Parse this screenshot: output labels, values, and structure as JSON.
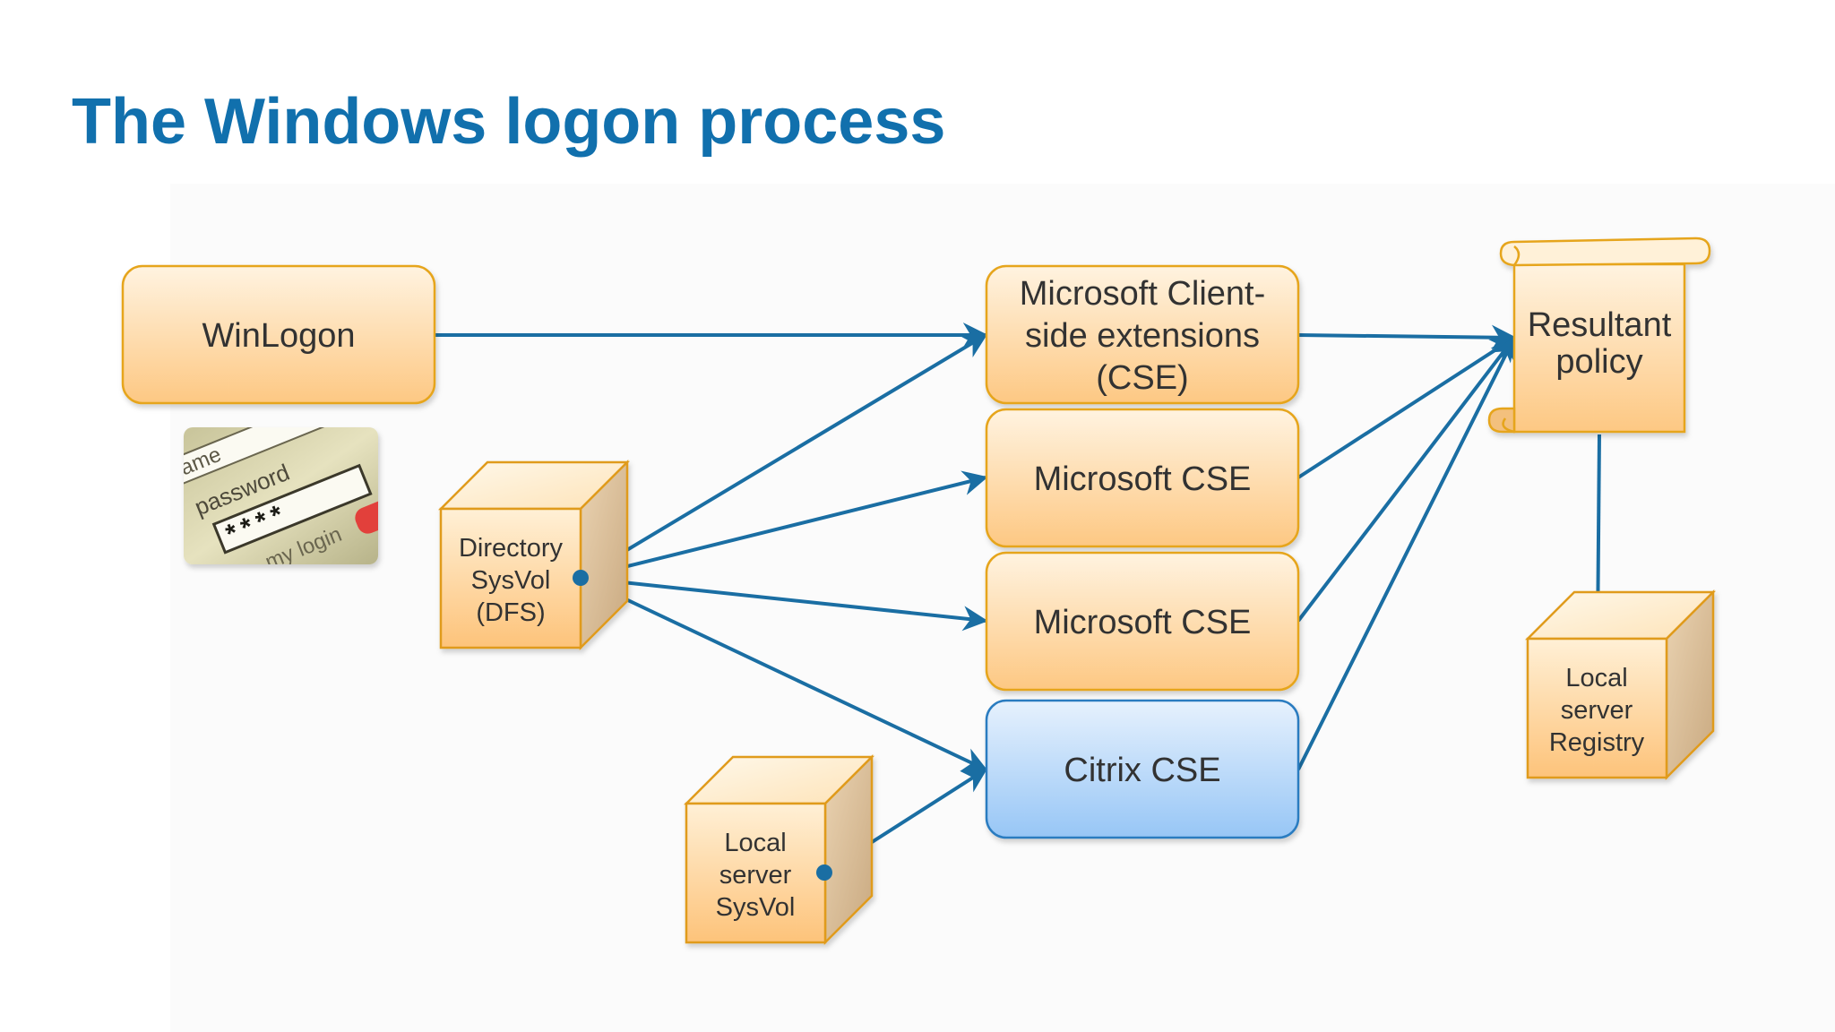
{
  "title": "The Windows logon process",
  "nodes": {
    "winlogon": "WinLogon",
    "microsoft_cse_main": [
      "Microsoft Client-",
      "side extensions",
      "(CSE)"
    ],
    "microsoft_cse_1": "Microsoft CSE",
    "microsoft_cse_2": "Microsoft CSE",
    "citrix_cse": "Citrix CSE",
    "resultant_policy": [
      "Resultant",
      "policy"
    ],
    "directory_sysvol": [
      "Directory",
      "SysVol",
      "(DFS)"
    ],
    "local_server_sysvol": [
      "Local",
      "server",
      "SysVol"
    ],
    "local_server_registry": [
      "Local",
      "server",
      "Registry"
    ]
  },
  "login_image": {
    "texts": [
      "name",
      "password",
      "****",
      "my login"
    ]
  },
  "colors": {
    "title": "#1170ad",
    "connector": "#1a6ea3",
    "orange_box_top": "#fff3e0",
    "orange_box_bottom": "#fdc883",
    "orange_border": "#e6a51e",
    "blue_box_top": "#e6f1fd",
    "blue_box_bottom": "#97c6f6",
    "blue_border": "#2c7cc0"
  }
}
